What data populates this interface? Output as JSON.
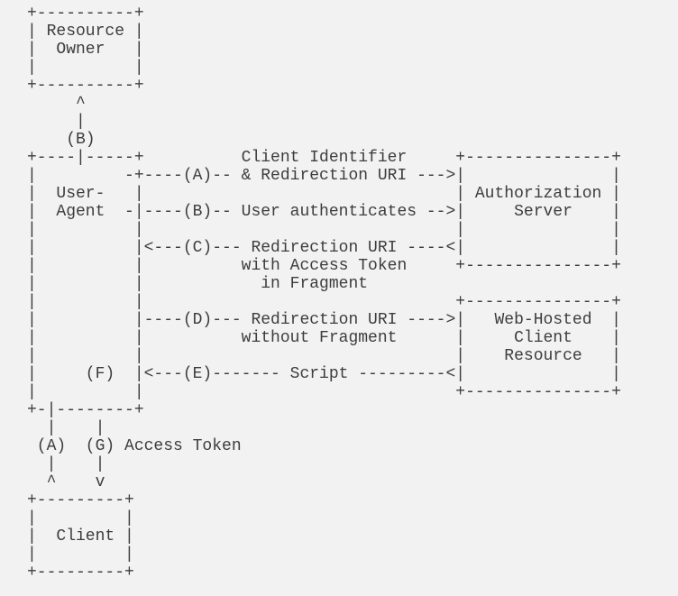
{
  "page": {
    "background_color": "#f2f2f2",
    "text_color": "#3d3d3d"
  },
  "diagram": {
    "type": "ascii-flow-diagram",
    "entities": [
      "Resource Owner",
      "User-Agent",
      "Authorization Server",
      "Web-Hosted Client Resource",
      "Client"
    ],
    "steps": [
      {
        "id": "(A)",
        "label": "Client Identifier & Redirection URI"
      },
      {
        "id": "(B)",
        "label": "User authenticates"
      },
      {
        "id": "(C)",
        "label": "Redirection URI with Access Token in Fragment"
      },
      {
        "id": "(D)",
        "label": "Redirection URI without Fragment"
      },
      {
        "id": "(E)",
        "label": "Script"
      },
      {
        "id": "(F)",
        "label": ""
      },
      {
        "id": "(G)",
        "label": "Access Token"
      }
    ],
    "lines": [
      "+----------+",
      "| Resource |",
      "|  Owner   |",
      "|          |",
      "+----------+",
      "     ^",
      "     |",
      "    (B)",
      "+----|-----+          Client Identifier     +---------------+",
      "|         -+----(A)-- & Redirection URI --->|               |",
      "|  User-   |                                | Authorization |",
      "|  Agent  -|----(B)-- User authenticates -->|     Server    |",
      "|          |                                |               |",
      "|          |<---(C)--- Redirection URI ----<|               |",
      "|          |          with Access Token     +---------------+",
      "|          |            in Fragment",
      "|          |                                +---------------+",
      "|          |----(D)--- Redirection URI ---->|   Web-Hosted  |",
      "|          |          without Fragment      |     Client    |",
      "|          |                                |    Resource   |",
      "|     (F)  |<---(E)------- Script ---------<|               |",
      "|          |                                +---------------+",
      "+-|--------+",
      "  |    |",
      " (A)  (G) Access Token",
      "  |    |",
      "  ^    v",
      "+---------+",
      "|         |",
      "|  Client |",
      "|         |",
      "+---------+"
    ]
  }
}
